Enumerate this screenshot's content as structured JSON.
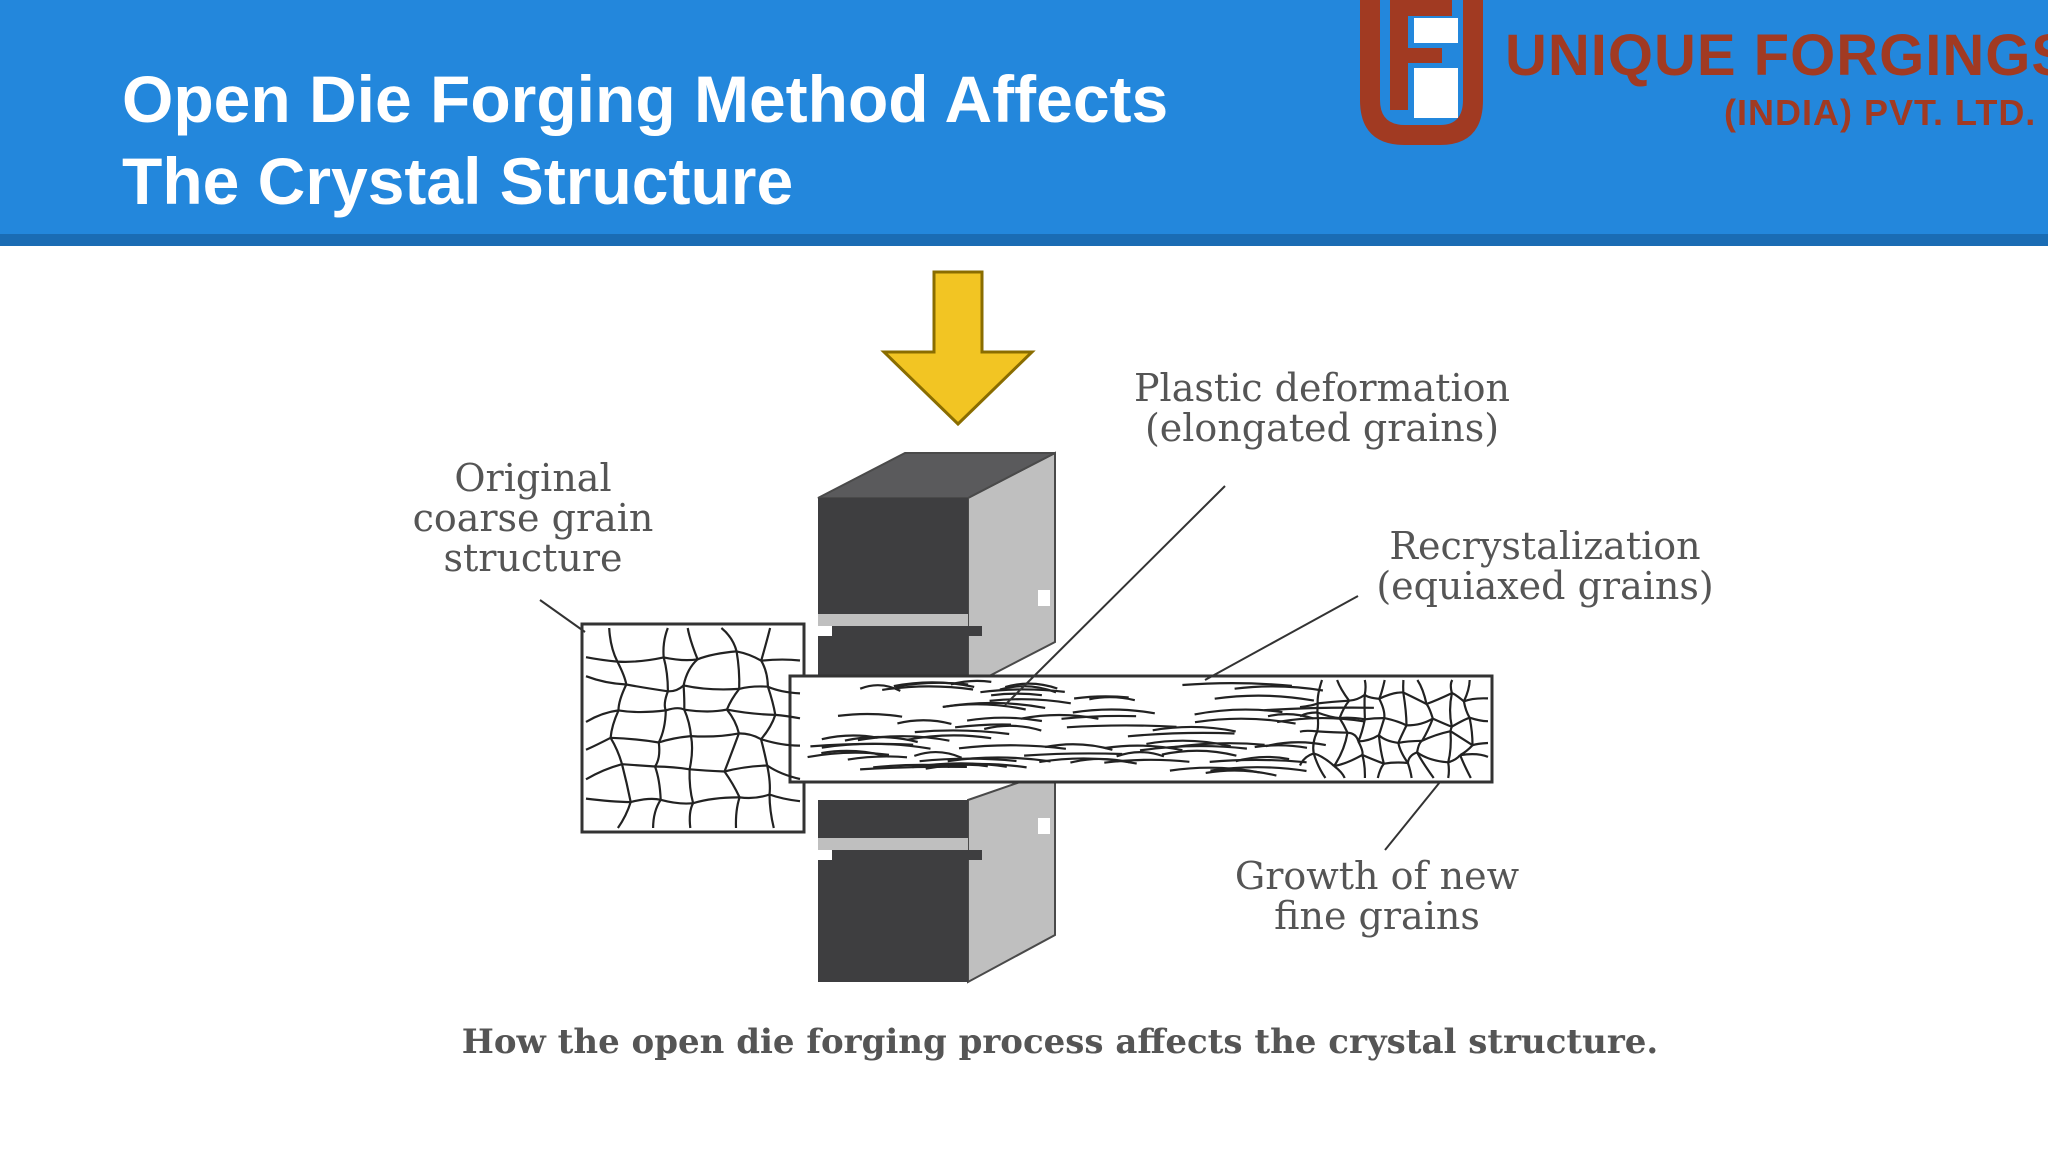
{
  "slide": {
    "title_line1": "Open Die Forging Method Affects",
    "title_line2": "The Crystal Structure"
  },
  "logo": {
    "brand_name": "UNIQUE FORGINGS",
    "brand_sub": "(INDIA) PVT. LTD.",
    "icon": "uf-monogram-icon"
  },
  "labels": {
    "original": [
      "Original",
      "coarse grain",
      "structure"
    ],
    "plastic": [
      "Plastic deformation",
      "(elongated grains)"
    ],
    "recrystal": [
      "Recrystalization",
      "(equiaxed grains)"
    ],
    "growth": [
      "Growth of new",
      "fine grains"
    ]
  },
  "caption": "How the open die forging process affects the crystal structure.",
  "colors": {
    "header_blue": "#2387dc",
    "brand_red": "#a13a22",
    "arrow_yellow": "#f2c523",
    "die_dark": "#3e3e40",
    "die_side": "#bfbfbf"
  }
}
